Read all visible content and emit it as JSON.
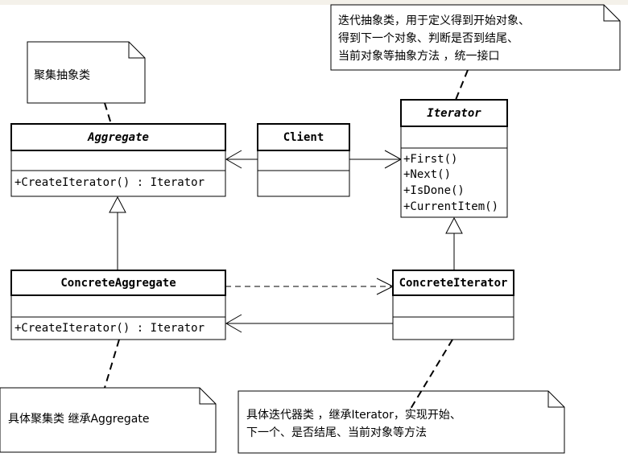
{
  "classes": {
    "aggregate": {
      "name": "Aggregate",
      "op1": "+CreateIterator() : Iterator"
    },
    "client": {
      "name": "Client"
    },
    "iterator": {
      "name": "Iterator",
      "op1": "+First()",
      "op2": "+Next()",
      "op3": "+IsDone()",
      "op4": "+CurrentItem()"
    },
    "concrete_aggregate": {
      "name": "ConcreteAggregate",
      "op1": "+CreateIterator() : Iterator"
    },
    "concrete_iterator": {
      "name": "ConcreteIterator"
    }
  },
  "notes": {
    "aggregate_note": {
      "line1": "聚集抽象类"
    },
    "iterator_note": {
      "line1": "迭代抽象类，用于定义得到开始对象、",
      "line2": "得到下一个对象、判断是否到结尾、",
      "line3": "当前对象等抽象方法 ，统一接口"
    },
    "concrete_aggregate_note": {
      "line1": "具体聚集类 继承Aggregate"
    },
    "concrete_iterator_note": {
      "line1": "具体迭代器类 ，继承Iterator，实现开始、",
      "line2": "下一个、是否结尾、当前对象等方法"
    }
  }
}
